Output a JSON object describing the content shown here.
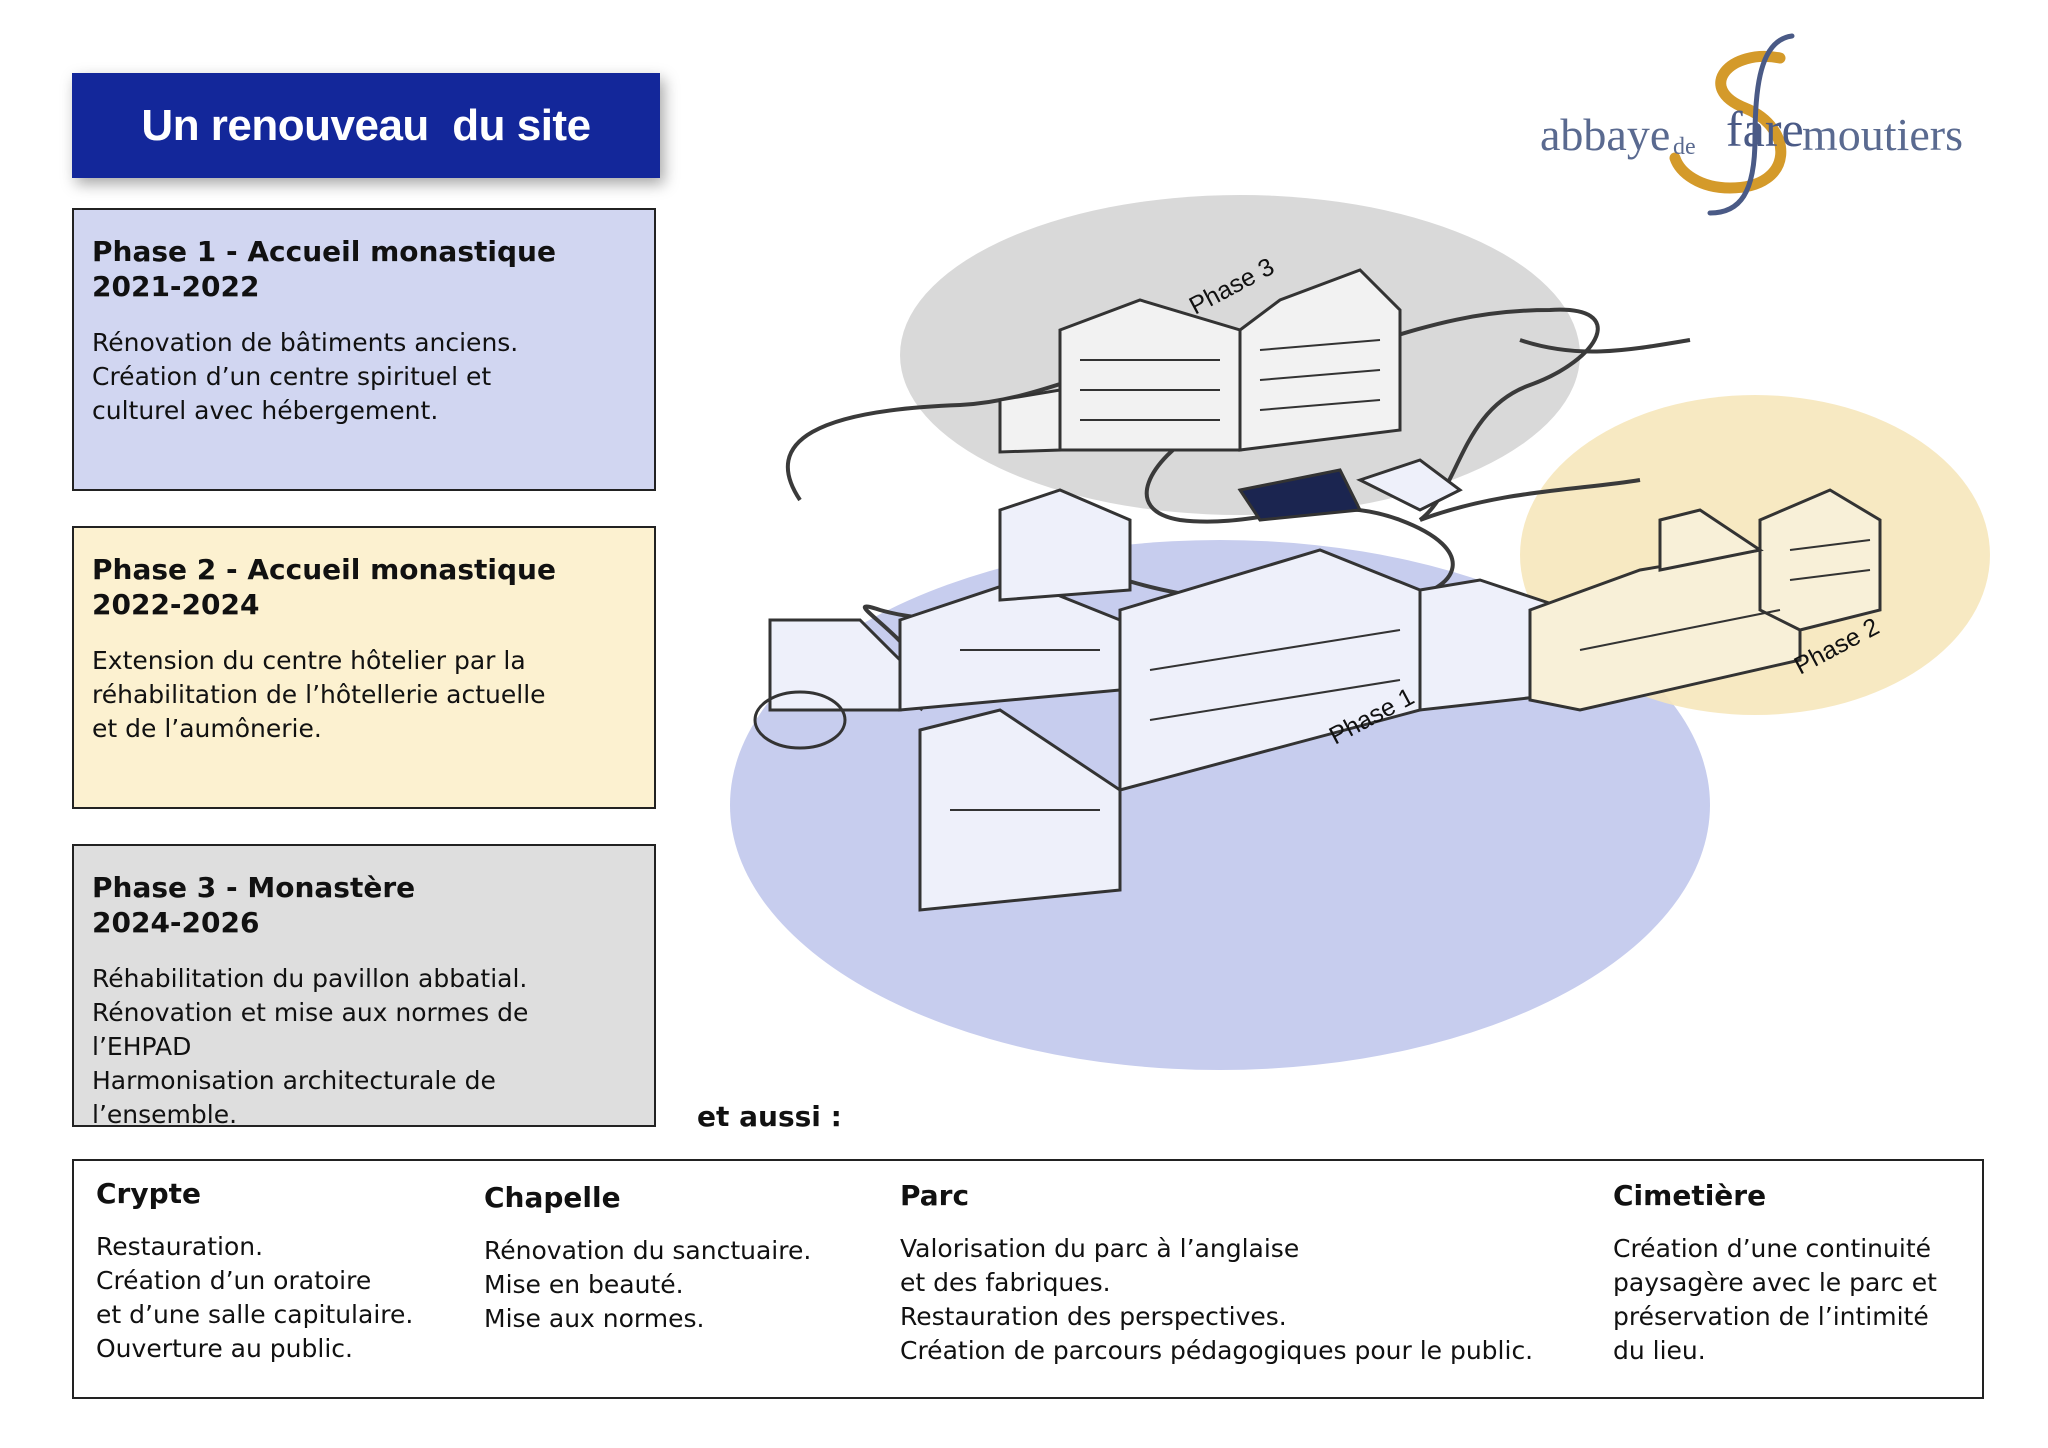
{
  "title": "Un renouveau  du site",
  "logo": {
    "word1": "abbaye",
    "word2": "de",
    "word3": "fare",
    "word4": "moutiers",
    "monogram": "S",
    "colors": {
      "text": "#4a5a86",
      "gold": "#d49a2a"
    }
  },
  "phases": [
    {
      "heading": "Phase 1 -  Accueil monastique\n2021-2022",
      "text": "Rénovation de bâtiments anciens.\nCréation d’un centre spirituel et\nculturel avec hébergement.",
      "color": "#d1d6f1"
    },
    {
      "heading": "Phase 2 - Accueil monastique\n2022-2024",
      "text": "Extension du centre hôtelier par la\nréhabilitation de l’hôtellerie actuelle\net de l’aumônerie.",
      "color": "#fcf1d0"
    },
    {
      "heading": "Phase 3 - Monastère\n2024-2026",
      "text": "Réhabilitation du pavillon abbatial.\nRénovation et mise aux normes de\nl’EHPAD\nHarmonisation architecturale de l’ensemble.",
      "color": "#dedede"
    }
  ],
  "diagram_labels": {
    "phase1": "Phase 1",
    "phase2": "Phase 2",
    "phase3": "Phase 3"
  },
  "aussi": "et aussi :",
  "extras": [
    {
      "heading": "Crypte",
      "text": "Restauration.\nCréation d’un oratoire\net d’une salle capitulaire.\nOuverture au public."
    },
    {
      "heading": "Chapelle",
      "text": "Rénovation du sanctuaire.\nMise en beauté.\nMise aux normes."
    },
    {
      "heading": "Parc",
      "text": "Valorisation du parc à l’anglaise\net des fabriques.\nRestauration des perspectives.\nCréation de parcours pédagogiques pour le public."
    },
    {
      "heading": "Cimetière",
      "text": "Création d’une continuité\npaysagère avec le parc et\npréservation de l’intimité\ndu lieu."
    }
  ]
}
